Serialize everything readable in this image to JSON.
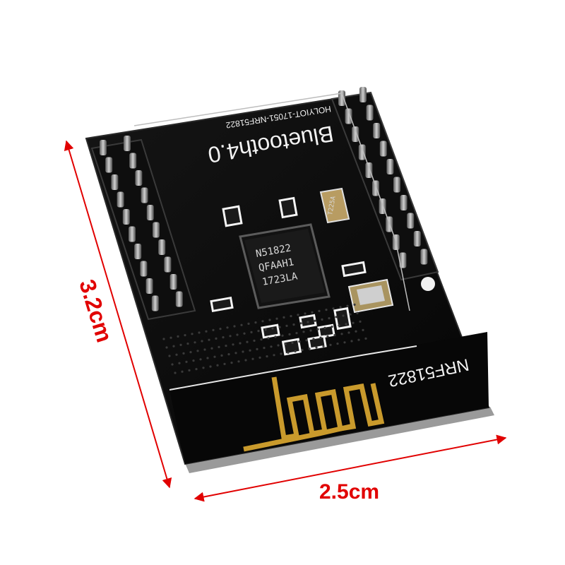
{
  "product": {
    "board_title": "Bluetooth4.0",
    "board_code": "HOLYIOT-17051-NRF51822",
    "board_model": "NRF51822",
    "chip_lines": [
      "N51822",
      "QFAAH1",
      "1723LA"
    ],
    "crystal_small": "T225A"
  },
  "dimensions": {
    "height_label": "3.2cm",
    "width_label": "2.5cm",
    "annotation_color": "#e10000"
  }
}
